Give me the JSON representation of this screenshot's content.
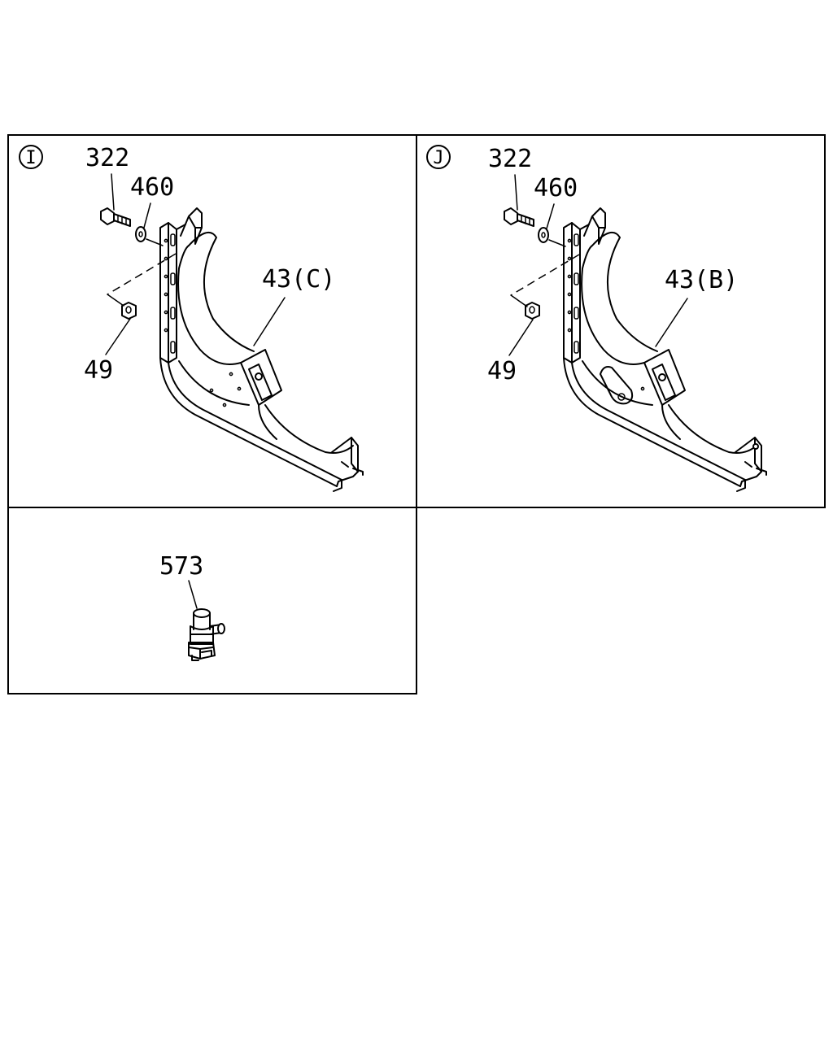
{
  "panels": [
    {
      "id": "I",
      "circle_label": "I",
      "labels": {
        "bolt": "322",
        "washer": "460",
        "bracket": "43(C)",
        "nut": "49"
      }
    },
    {
      "id": "J",
      "circle_label": "J",
      "labels": {
        "bolt": "322",
        "washer": "460",
        "bracket": "43(B)",
        "nut": "49"
      }
    },
    {
      "id": "K",
      "labels": {
        "valve": "573"
      }
    }
  ]
}
